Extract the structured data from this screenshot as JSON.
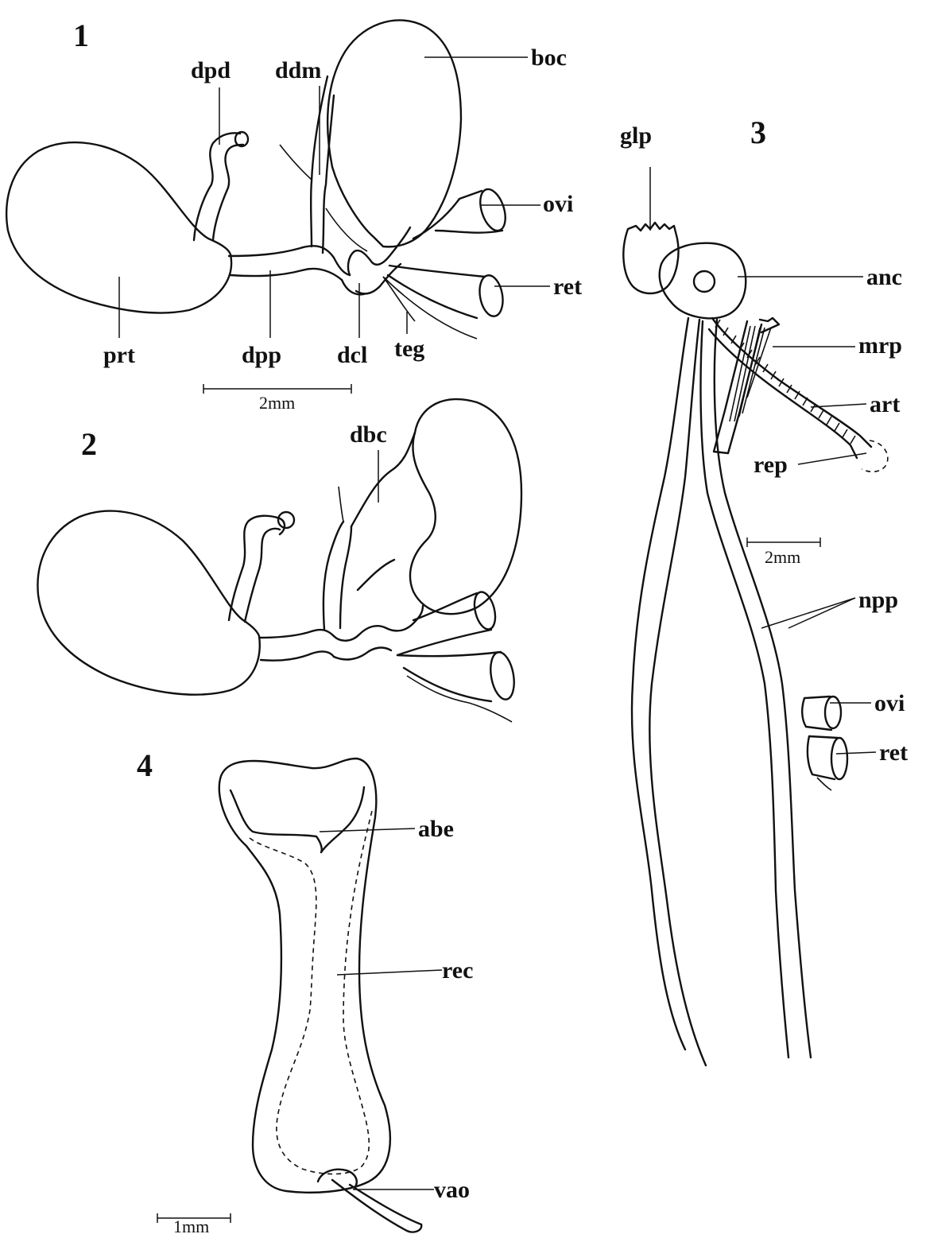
{
  "figure_numbers": {
    "fig1": "1",
    "fig2": "2",
    "fig3": "3",
    "fig4": "4"
  },
  "scale_bars": {
    "fig1": "2mm",
    "fig3": "2mm",
    "fig4": "1mm"
  },
  "labels": {
    "dpd": "dpd",
    "ddm": "ddm",
    "boc": "boc",
    "ovi": "ovi",
    "ret": "ret",
    "prt": "prt",
    "dpp": "dpp",
    "dcl": "dcl",
    "teg": "teg",
    "dbc": "dbc",
    "glp": "glp",
    "anc": "anc",
    "mrp": "mrp",
    "art": "art",
    "rep": "rep",
    "npp": "npp",
    "abe": "abe",
    "rec": "rec",
    "vao": "vao"
  }
}
